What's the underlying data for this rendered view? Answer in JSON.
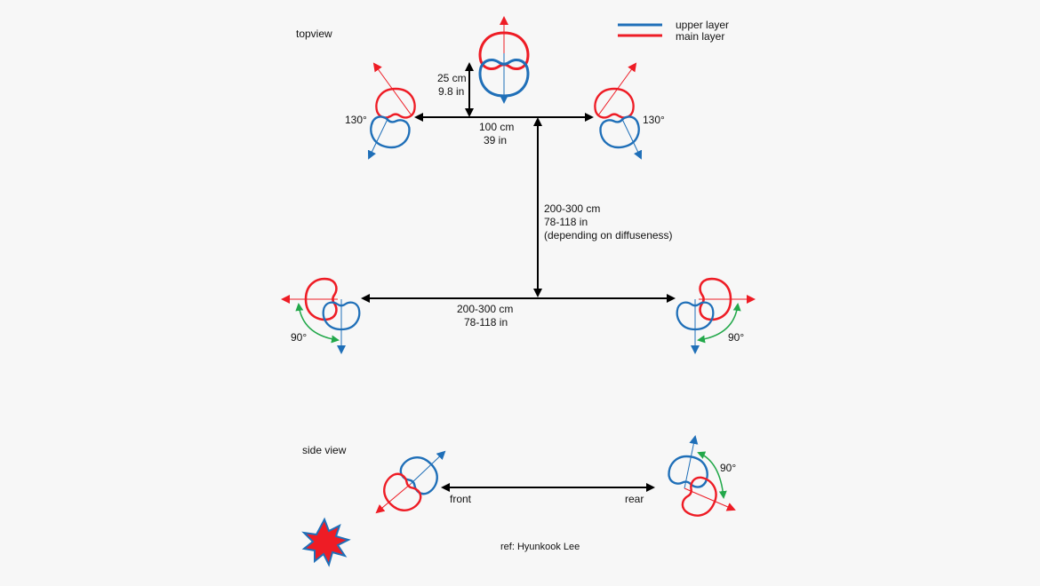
{
  "colors": {
    "upper": "#1f6fb8",
    "main": "#ee1c25",
    "angle": "#22a84a",
    "dim": "#000000",
    "background": "#f7f7f7"
  },
  "legend": {
    "upper_label": "upper layer",
    "main_label": "main layer"
  },
  "topview": {
    "title": "topview",
    "front_spacing": [
      "25 cm",
      "9.8 in"
    ],
    "front_width": [
      "100 cm",
      "39 in"
    ],
    "depth": [
      "200-300 cm",
      "78-118 in",
      "(depending on diffuseness)"
    ],
    "rear_width": [
      "200-300 cm",
      "78-118 in"
    ],
    "front_angle_left": "130°",
    "front_angle_right": "130°",
    "rear_angle_left": "90°",
    "rear_angle_right": "90°"
  },
  "sideview": {
    "title": "side view",
    "front_label": "front",
    "rear_label": "rear",
    "rear_angle": "90°"
  },
  "ref": "ref: Hyunkook Lee"
}
